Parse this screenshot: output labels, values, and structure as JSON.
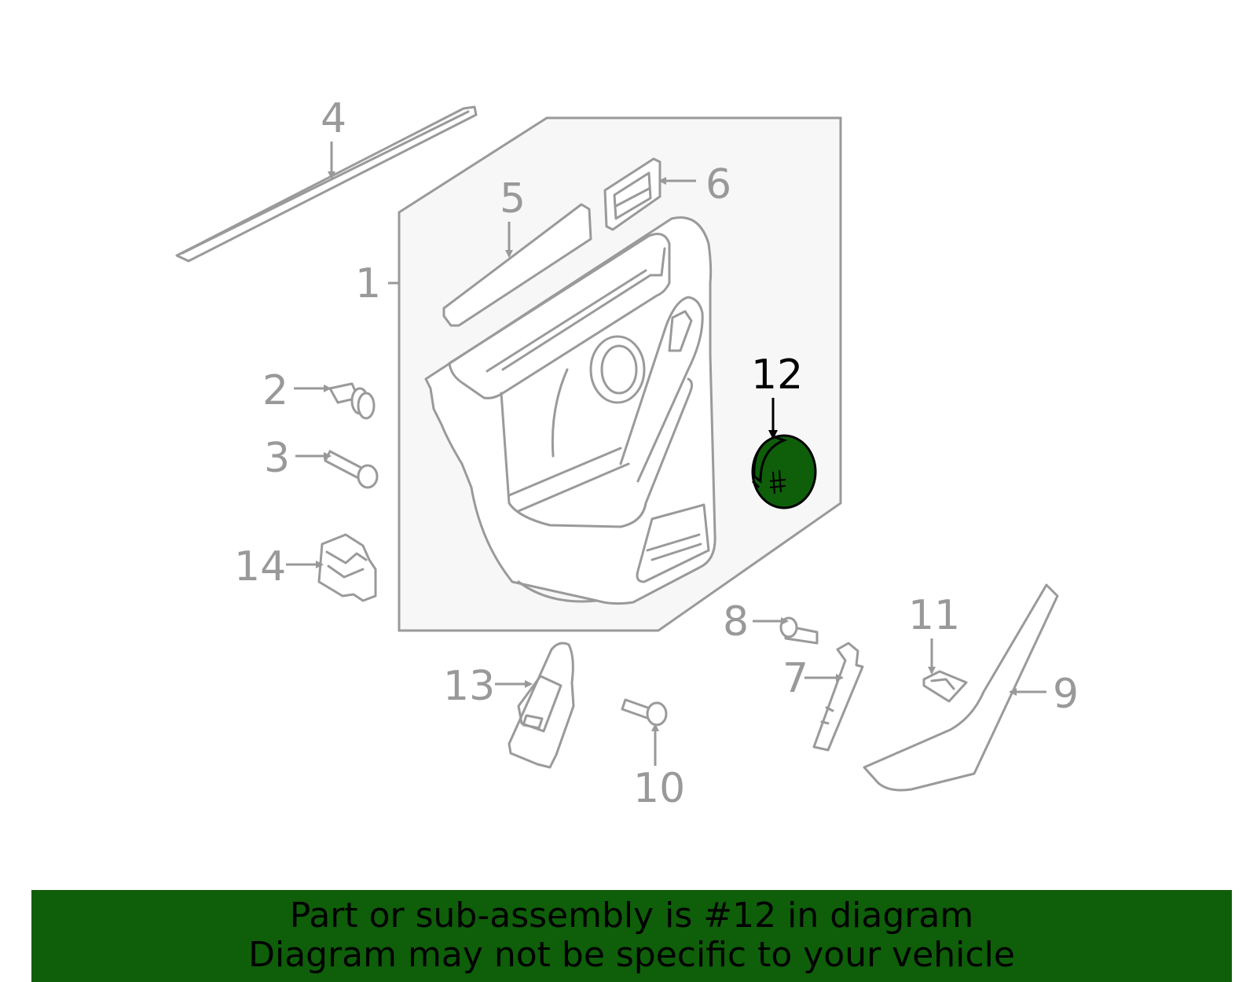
{
  "diagram": {
    "highlight_color": "#0f5e0a",
    "line_color": "#9a9a9a",
    "callouts": [
      "1",
      "2",
      "3",
      "4",
      "5",
      "6",
      "7",
      "8",
      "9",
      "10",
      "11",
      "12",
      "13",
      "14"
    ],
    "highlighted_callout": "12"
  },
  "banner": {
    "background": "#0f5e0a",
    "line1": "Part or sub-assembly is #12 in diagram",
    "line2": "Diagram may not be specific to your vehicle"
  }
}
